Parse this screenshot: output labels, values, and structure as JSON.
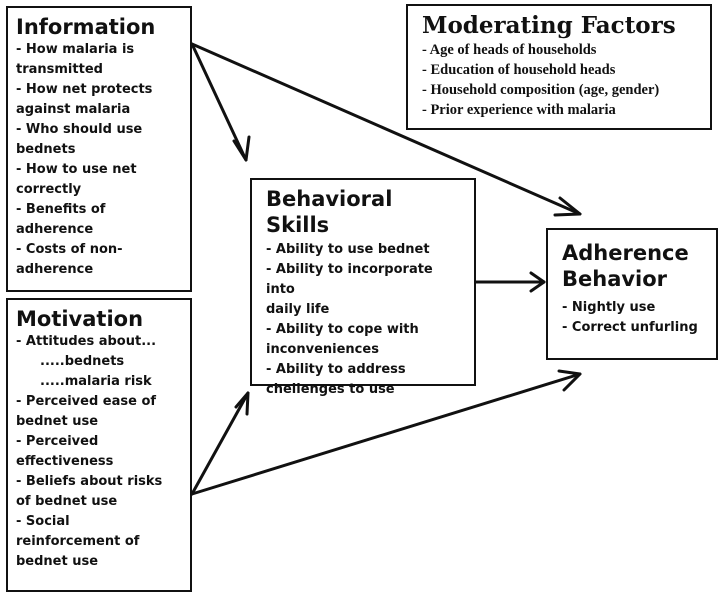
{
  "information": {
    "title": "Information",
    "items": [
      "- How malaria is",
      "transmitted",
      "- How net protects",
      "against malaria",
      "- Who should use",
      "bednets",
      "- How to use net",
      "correctly",
      "- Benefits of",
      "adherence",
      "- Costs of non-",
      "adherence"
    ]
  },
  "motivation": {
    "title": "Motivation",
    "items": [
      "- Attitudes about...",
      ".....bednets",
      ".....malaria risk",
      "- Perceived ease of",
      "bednet use",
      "- Perceived",
      "effectiveness",
      "- Beliefs about risks",
      "of bednet use",
      "- Social",
      "reinforcement of",
      "bednet use"
    ]
  },
  "moderating": {
    "title": "Moderating Factors",
    "items": [
      "- Age of heads of households",
      "- Education of household heads",
      "- Household composition (age, gender)",
      "- Prior experience with malaria"
    ]
  },
  "behavioral": {
    "title_line1": "Behavioral",
    "title_line2": "Skills",
    "items": [
      "- Ability to use bednet",
      "- Ability to incorporate into",
      "daily life",
      "- Ability to cope with",
      "inconveniences",
      "- Ability to address",
      "chellenges to use"
    ]
  },
  "adherence": {
    "title_line1": "Adherence",
    "title_line2": "Behavior",
    "items": [
      "- Nightly use",
      "- Correct unfurling"
    ]
  }
}
